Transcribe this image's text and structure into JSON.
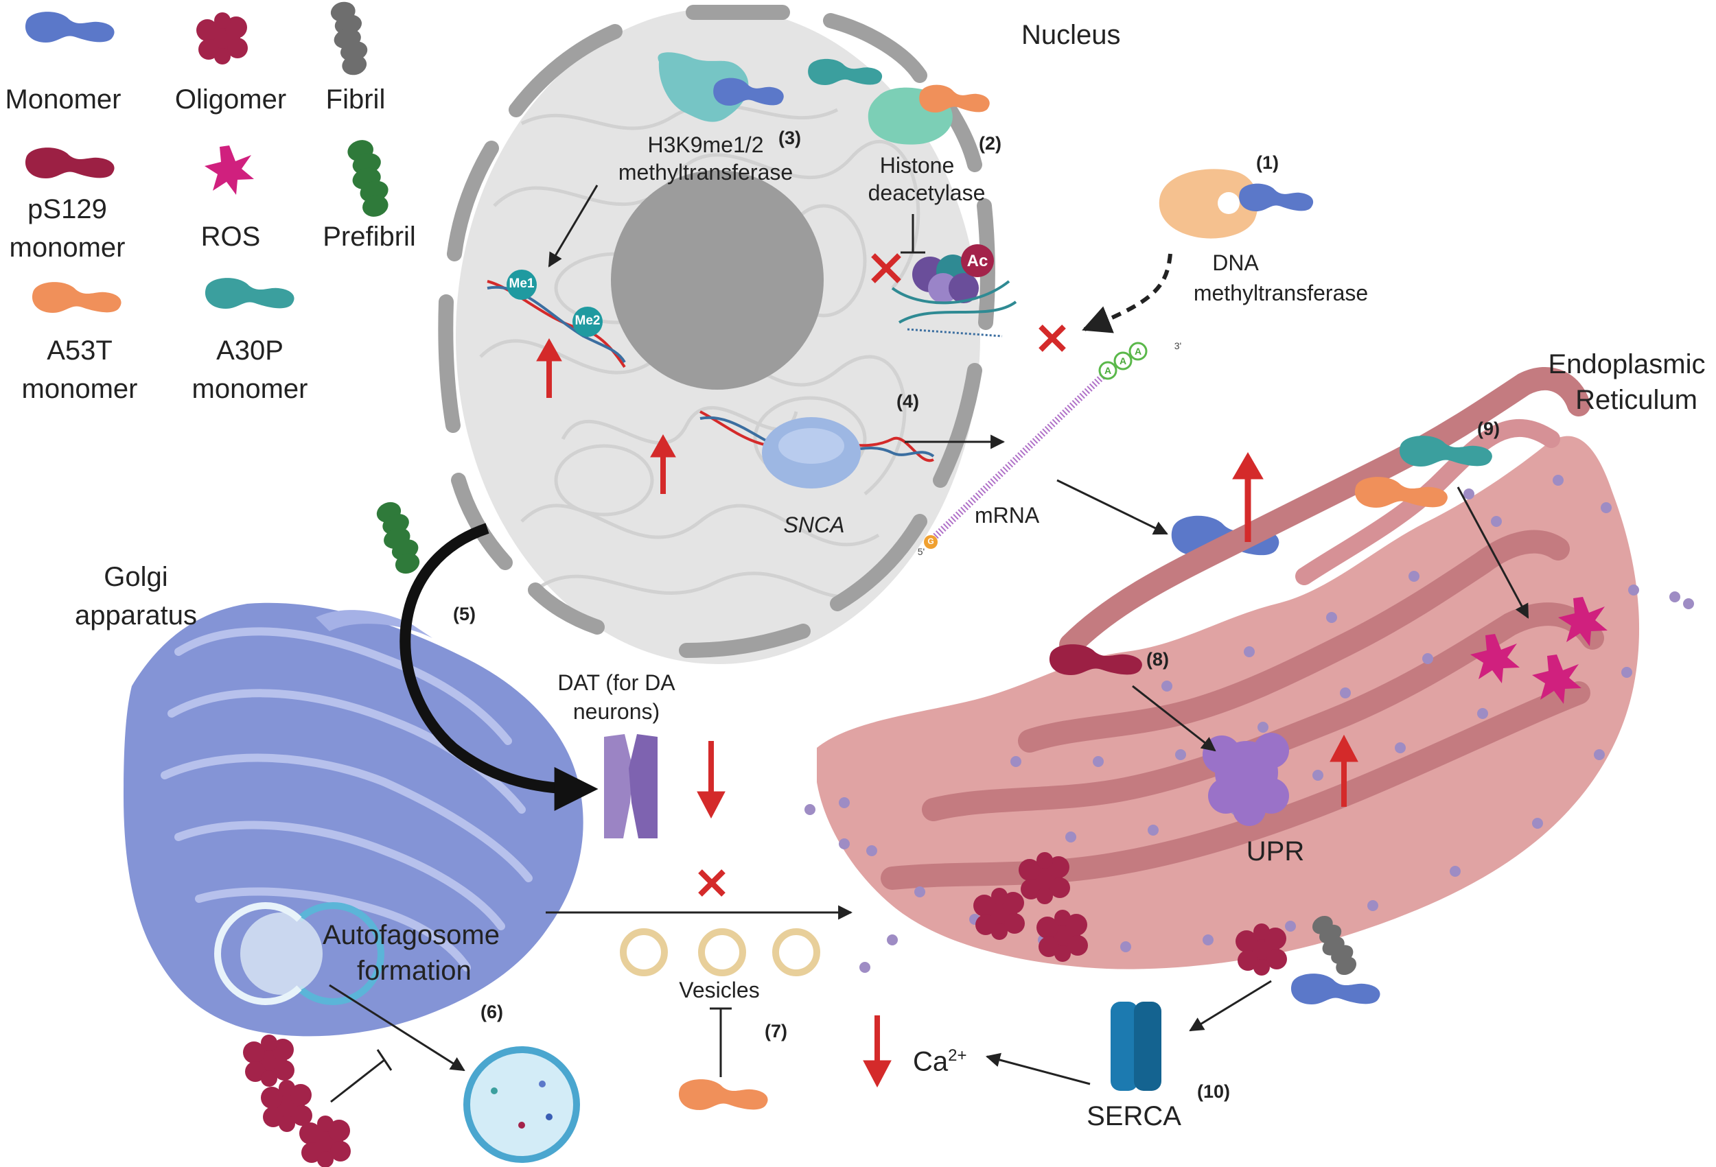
{
  "legend": {
    "monomer": "Monomer",
    "oligomer": "Oligomer",
    "fibril": "Fibril",
    "ps129_l1": "pS129",
    "ps129_l2": "monomer",
    "ros": "ROS",
    "prefibril": "Prefibril",
    "a53t_l1": "A53T",
    "a53t_l2": "monomer",
    "a30p_l1": "A30P",
    "a30p_l2": "monomer"
  },
  "organelles": {
    "nucleus": "Nucleus",
    "golgi_l1": "Golgi",
    "golgi_l2": "apparatus",
    "er_l1": "Endoplasmic",
    "er_l2": "Reticulum"
  },
  "labels": {
    "h3k9_l1": "H3K9me1/2",
    "h3k9_l2": "methyltransferase",
    "hdac_l1": "Histone",
    "hdac_l2": "deacetylase",
    "dnmt_l1": "DNA",
    "dnmt_l2": "methyltransferase",
    "snca": "SNCA",
    "mrna": "mRNA",
    "dat_l1": "DAT (for DA",
    "dat_l2": "neurons)",
    "autophago_l1": "Autofagosome",
    "autophago_l2": "formation",
    "vesicles": "Vesicles",
    "upr": "UPR",
    "ca": "Ca",
    "ca_sup": "2+",
    "serca": "SERCA",
    "me1": "Me1",
    "me2": "Me2",
    "ac": "Ac",
    "five_prime": "5'",
    "three_prime": "3'",
    "cap": "G",
    "polya": "A"
  },
  "steps": [
    "(1)",
    "(2)",
    "(3)",
    "(4)",
    "(5)",
    "(6)",
    "(7)",
    "(8)",
    "(9)",
    "(10)"
  ],
  "colors": {
    "monomer": "#5b78c9",
    "oligomer": "#a3234a",
    "fibril": "#6e6e6e",
    "ps129": "#9c2044",
    "ros": "#d0207e",
    "prefibril": "#2f7a3a",
    "a53t": "#f0905a",
    "a30p": "#3b9f9e",
    "arrow_red": "#d42a2a",
    "nucleus_fill": "#e4e4e4",
    "nucleolus": "#9c9c9c",
    "envelope": "#a0a0a0",
    "golgi": "#8494d6",
    "er": "#dc9c9c",
    "upr": "#9a72c8",
    "serca": "#1c7ab0",
    "dat": "#9b84c4",
    "vesicle": "#e8cf9a"
  }
}
